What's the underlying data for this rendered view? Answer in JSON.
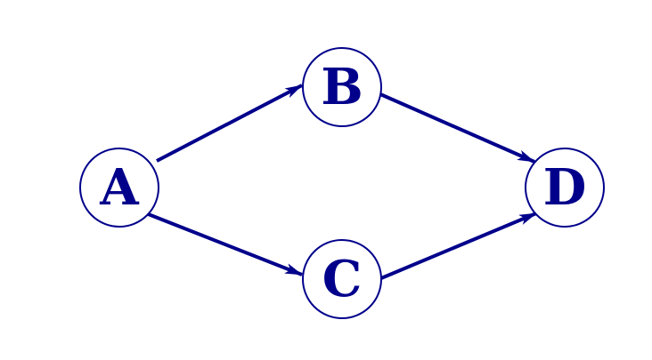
{
  "diagram": {
    "type": "directed-graph",
    "color": "#00008b",
    "nodes": [
      {
        "id": "A",
        "label": "A"
      },
      {
        "id": "B",
        "label": "B"
      },
      {
        "id": "C",
        "label": "C"
      },
      {
        "id": "D",
        "label": "D"
      }
    ],
    "edges": [
      {
        "from": "A",
        "to": "B"
      },
      {
        "from": "A",
        "to": "C"
      },
      {
        "from": "B",
        "to": "D"
      },
      {
        "from": "C",
        "to": "D"
      }
    ]
  }
}
